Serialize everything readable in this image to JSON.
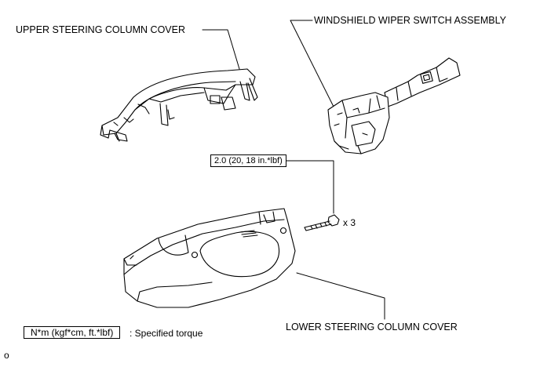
{
  "labels": {
    "upper_cover": "UPPER STEERING COLUMN COVER",
    "wiper_switch": "WINDSHIELD WIPER SWITCH ASSEMBLY",
    "lower_cover": "LOWER STEERING COLUMN COVER",
    "torque_value": "2.0 (20, 18 in.*lbf)",
    "quantity": "x 3",
    "legend_units": "N*m (kgf*cm, ft.*lbf)",
    "legend_desc": ": Specified torque",
    "figure_mark": "o"
  }
}
